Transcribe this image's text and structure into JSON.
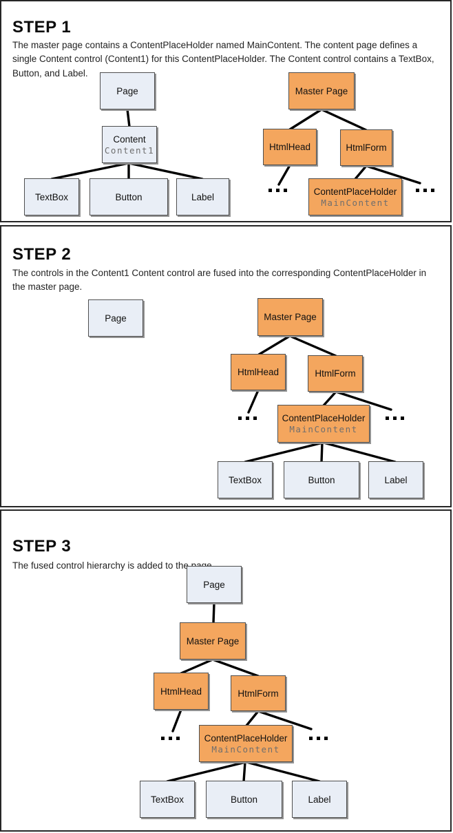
{
  "colors": {
    "content_box_fill": "#E9EEF6",
    "master_box_fill": "#F4A65E",
    "connector": "#000000"
  },
  "panels": [
    {
      "title": "STEP 1",
      "description": "The master page contains a ContentPlaceHolder named MainContent. The content page defines a single Content control (Content1) for this ContentPlaceHolder. The Content control contains a TextBox, Button, and Label.",
      "nodes": {
        "page": "Page",
        "content": "Content",
        "content_id": "Content1",
        "textbox": "TextBox",
        "button": "Button",
        "label": "Label",
        "master_page": "Master Page",
        "html_head": "HtmlHead",
        "html_form": "HtmlForm",
        "content_place_holder": "ContentPlaceHolder",
        "content_place_holder_id": "MainContent",
        "ellipsis": "..."
      }
    },
    {
      "title": "STEP 2",
      "description": "The controls in the Content1 Content control are fused into the corresponding ContentPlaceHolder in the master page.",
      "nodes": {
        "page": "Page",
        "master_page": "Master Page",
        "html_head": "HtmlHead",
        "html_form": "HtmlForm",
        "content_place_holder": "ContentPlaceHolder",
        "content_place_holder_id": "MainContent",
        "textbox": "TextBox",
        "button": "Button",
        "label": "Label",
        "ellipsis": "..."
      }
    },
    {
      "title": "STEP 3",
      "description": "The fused control hierarchy is added to the page.",
      "nodes": {
        "page": "Page",
        "master_page": "Master Page",
        "html_head": "HtmlHead",
        "html_form": "HtmlForm",
        "content_place_holder": "ContentPlaceHolder",
        "content_place_holder_id": "MainContent",
        "textbox": "TextBox",
        "button": "Button",
        "label": "Label",
        "ellipsis": "..."
      }
    }
  ]
}
